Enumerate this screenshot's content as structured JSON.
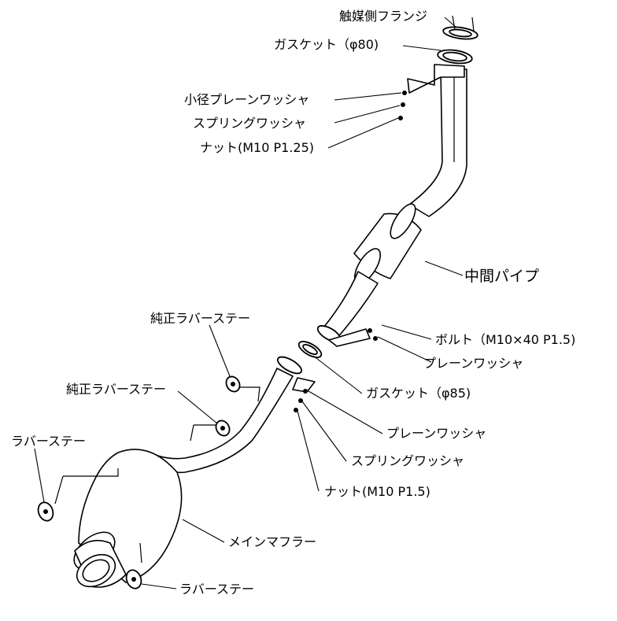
{
  "labels": {
    "catalyst_flange": "触媒側フランジ",
    "gasket_80": "ガスケット（φ80)",
    "small_washer": "小径プレーンワッシャ",
    "spring_washer_top": "スプリングワッシャ",
    "nut_top": "ナット(M10 P1.25)",
    "center_pipe": "中間パイプ",
    "bolt": "ボルト（M10×40 P1.5)",
    "plain_washer_mid": "プレーンワッシャ",
    "gasket_85": "ガスケット（φ85)",
    "plain_washer_low": "プレーンワッシャ",
    "spring_washer_low": "スプリングワッシャ",
    "nut_low": "ナット(M10 P1.5)",
    "oem_rubber_stay_1": "純正ラバーステー",
    "oem_rubber_stay_2": "純正ラバーステー",
    "rubber_stay_left": "ラバーステー",
    "main_muffler": "メインマフラー",
    "rubber_stay_bottom": "ラバーステー"
  }
}
